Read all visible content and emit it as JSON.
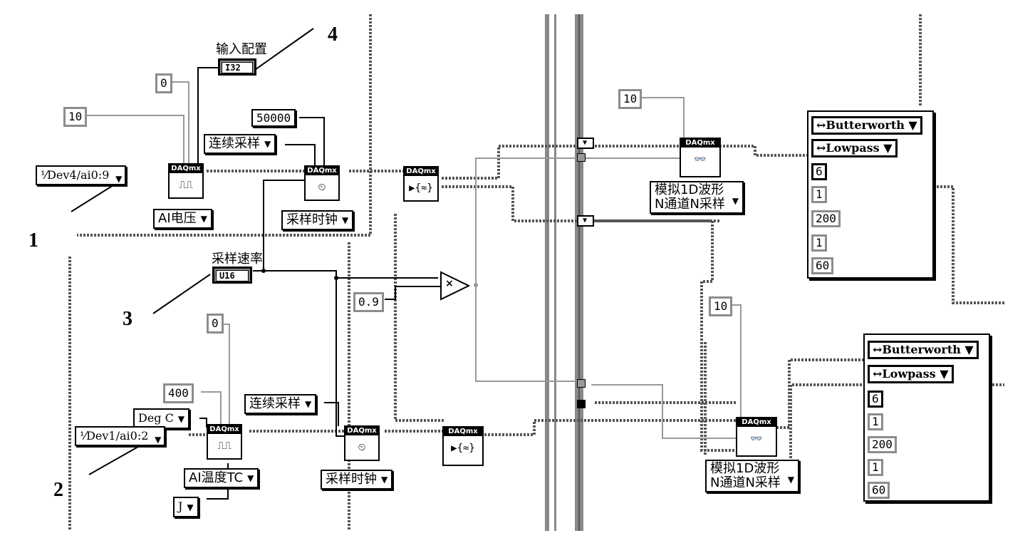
{
  "callouts": {
    "n1": "1",
    "n2": "2",
    "n3": "3",
    "n4": "4"
  },
  "labels": {
    "input_config": "输入配置",
    "sample_rate": "采样速率"
  },
  "indicators": {
    "i32": "I32",
    "u16": "U16"
  },
  "top_section": {
    "const_0": "0",
    "const_10": "10",
    "const_50000": "50000",
    "channel": "Dev4/ai0:9",
    "continuous": "连续采样",
    "measure_type": "AI电压",
    "timing": "采样时钟"
  },
  "multiply": {
    "const": "0.9",
    "symbol": "×"
  },
  "bottom_section": {
    "const_0": "0",
    "const_400": "400",
    "units": "Deg C",
    "channel": "Dev1/ai0:2",
    "continuous": "连续采样",
    "measure_type": "AI温度TC",
    "thermo_type": "J",
    "timing": "采样时钟"
  },
  "read_top": {
    "const_10": "10",
    "line1": "模拟1D波形",
    "line2": "N通道N采样"
  },
  "read_bottom": {
    "const_10": "10",
    "line1": "模拟1D波形",
    "line2": "N通道N采样"
  },
  "filter_top": [
    "Butterworth",
    "Lowpass",
    "6",
    "1",
    "200",
    "1",
    "60"
  ],
  "filter_bottom": [
    "Butterworth",
    "Lowpass",
    "6",
    "1",
    "200",
    "1",
    "60"
  ],
  "vi_header": "DAQmx",
  "colors": {
    "wire": "#000000",
    "grey_wire": "#8c8c8c",
    "border_grey": "#8c8c8c"
  }
}
